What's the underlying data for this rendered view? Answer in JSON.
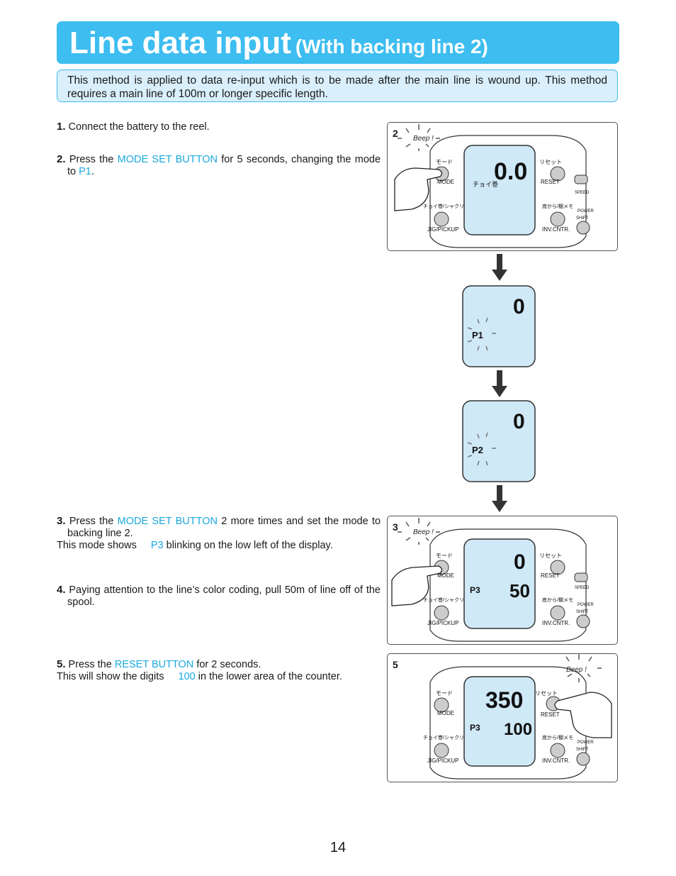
{
  "header": {
    "title": "Line data input",
    "subtitle": "(With backing line 2)"
  },
  "intro": "This method is applied to data re-input which is to be made after the main line is wound up. This method requires a main line of 100m or longer specific length.",
  "steps": {
    "s1": {
      "num": "1.",
      "text": "Connect the battery to the reel."
    },
    "s2": {
      "num": "2.",
      "pre": "Press the",
      "hl1": "MODE SET BUTTON",
      "mid": "for 5 seconds, changing the mode to",
      "hl2": "P1",
      "post": "."
    },
    "s3": {
      "num": "3.",
      "pre": "Press the",
      "hl1": "MODE SET BUTTON",
      "mid": "2 more times and set the mode to backing line 2.",
      "line2pre": "This mode shows",
      "hl2": "P3",
      "line2post": "blinking on the low left of the display."
    },
    "s4": {
      "num": "4.",
      "text": "Paying attention to the line’s color coding, pull 50m of line off of the spool."
    },
    "s5": {
      "num": "5.",
      "pre": "Press the",
      "hl1": "RESET BUTTON",
      "mid": "for 2 seconds.",
      "line2pre": "This will show the digits",
      "hl2": "100",
      "line2post": "in the lower area of the counter."
    }
  },
  "panels": {
    "p2": {
      "num": "2",
      "beep": "Beep !",
      "display_top": "0.0",
      "display_label": "チョイ巻"
    },
    "mini1": {
      "display_top": "0",
      "display_mode": "P1"
    },
    "mini2": {
      "display_top": "0",
      "display_mode": "P2"
    },
    "p3": {
      "num": "3",
      "beep": "Beep !",
      "display_top": "0",
      "display_mode": "P3",
      "display_bottom": "50"
    },
    "p5": {
      "num": "5",
      "beep": "Beep !",
      "display_top": "350",
      "display_mode": "P3",
      "display_bottom": "100"
    }
  },
  "reel_labels": {
    "mode_jp": "モード",
    "mode": "MODE",
    "reset_jp": "リセット",
    "reset": "RESET",
    "jig_jp": "チョイ巻/シャクリ",
    "jig": "JIG/PICKUP",
    "inv_jp": "底から/棚メモ",
    "inv": "INV.CNTR.",
    "speed": "SPEED",
    "power": "POWER",
    "shift": "SHIFT"
  },
  "page_number": "14",
  "colors": {
    "accent": "#3dbdf0",
    "highlight_text": "#1aa8de",
    "lcd": "#cfe9f7",
    "intro_bg": "#d9effb"
  },
  "icons": [
    "hand-pointer-icon",
    "down-arrow-icon",
    "blink-burst-icon"
  ]
}
